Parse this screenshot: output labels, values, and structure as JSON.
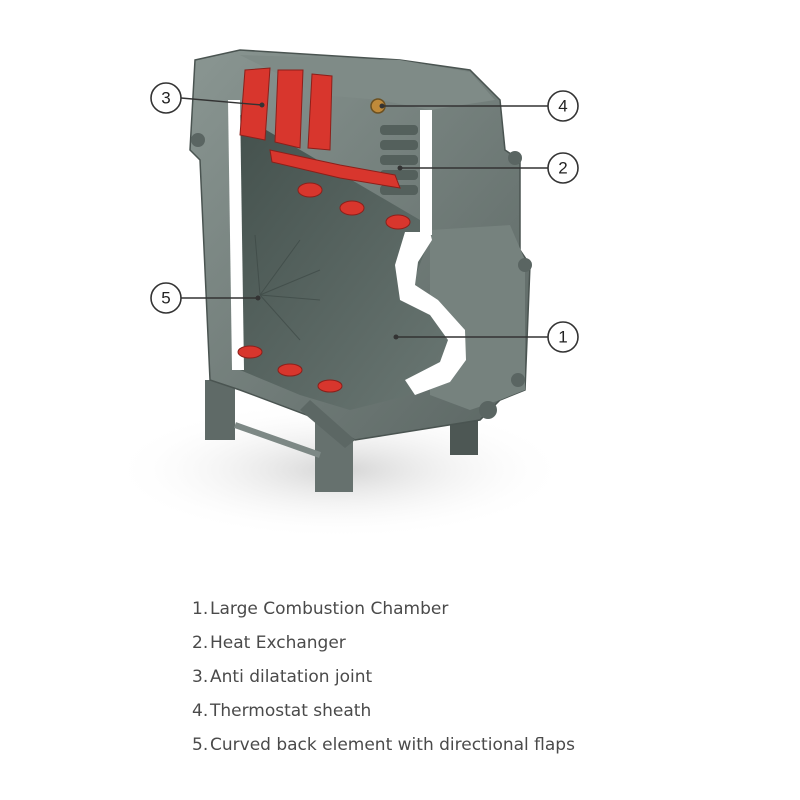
{
  "callouts": [
    {
      "num": "1"
    },
    {
      "num": "2"
    },
    {
      "num": "3"
    },
    {
      "num": "4"
    },
    {
      "num": "5"
    }
  ],
  "legend": [
    {
      "num": "1.",
      "text": "Large Combustion Chamber"
    },
    {
      "num": "2.",
      "text": "Heat Exchanger"
    },
    {
      "num": "3.",
      "text": "Anti dilatation joint"
    },
    {
      "num": "4.",
      "text": "Thermostat sheath"
    },
    {
      "num": "5.",
      "text": "Curved back element with directional flaps"
    }
  ],
  "colors": {
    "body": "#6f7c78",
    "body_dark": "#4c5653",
    "cut": "#ffffff",
    "hot": "#d8362d",
    "text": "#4a4a4a"
  }
}
